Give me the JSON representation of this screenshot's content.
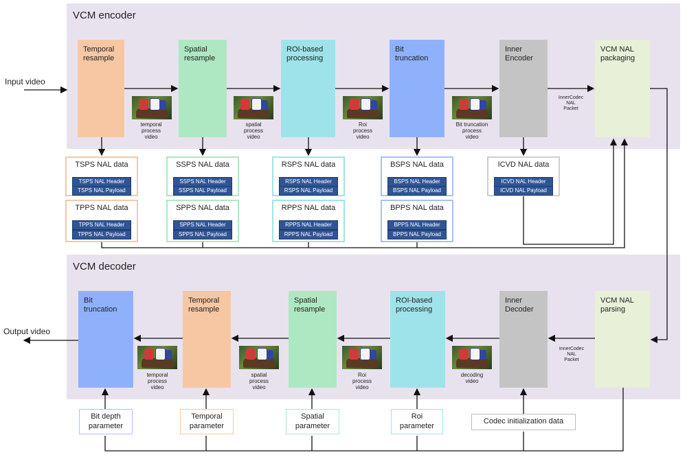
{
  "encoder": {
    "title": "VCM encoder",
    "input_label": "Input video",
    "blocks": [
      {
        "line1": "Temporal",
        "line2": "resample"
      },
      {
        "line1": "Spatial",
        "line2": "resample"
      },
      {
        "line1": "ROI-based",
        "line2": "processing"
      },
      {
        "line1": "Bit",
        "line2": "truncation"
      },
      {
        "line1": "Inner",
        "line2": "Encoder"
      },
      {
        "line1": "VCM NAL",
        "line2": "packaging"
      }
    ],
    "captions": [
      [
        "temporal",
        "process",
        "video"
      ],
      [
        "spatial",
        "process",
        "video"
      ],
      [
        "Roi",
        "process",
        "video"
      ],
      [
        "Bit truncation",
        "process",
        "video"
      ]
    ],
    "packet": [
      "InnerCodec",
      "NAL",
      "Packet"
    ]
  },
  "nal_data": [
    {
      "title": "TSPS NAL data",
      "header": "TSPS NAL Header",
      "payload": "TSPS NAL Payload"
    },
    {
      "title": "TPPS NAL data",
      "header": "TPPS NAL Header",
      "payload": "TPPS NAL Payload"
    },
    {
      "title": "SSPS NAL data",
      "header": "SSPS NAL Header",
      "payload": "SSPS NAL Payload"
    },
    {
      "title": "SPPS NAL data",
      "header": "SPPS NAL Header",
      "payload": "SPPS NAL Payload"
    },
    {
      "title": "RSPS NAL data",
      "header": "RSPS NAL Header",
      "payload": "RSPS NAL Payload"
    },
    {
      "title": "RPPS NAL data",
      "header": "RPPS NAL Header",
      "payload": "RPPS NAL Payload"
    },
    {
      "title": "BSPS NAL data",
      "header": "BSPS NAL Header",
      "payload": "BSPS NAL Payload"
    },
    {
      "title": "BPPS NAL data",
      "header": "BPPS NAL Header",
      "payload": "BPPS NAL Payload"
    },
    {
      "title": "ICVD NAL data",
      "header": "ICVD NAL Header",
      "payload": "ICVD NAL Payload"
    }
  ],
  "decoder": {
    "title": "VCM decoder",
    "output_label": "Output video",
    "blocks": [
      {
        "line1": "Bit",
        "line2": "truncation"
      },
      {
        "line1": "Temporal",
        "line2": "resample"
      },
      {
        "line1": "Spatial",
        "line2": "resample"
      },
      {
        "line1": "ROI-based",
        "line2": "processing"
      },
      {
        "line1": "Inner",
        "line2": "Decoder"
      },
      {
        "line1": "VCM NAL",
        "line2": "parsing"
      }
    ],
    "captions": [
      [
        "temporal",
        "process",
        "video"
      ],
      [
        "spatial",
        "process",
        "video"
      ],
      [
        "Roi",
        "process",
        "video"
      ],
      [
        "decoding",
        "video"
      ]
    ],
    "packet": [
      "InnerCodec",
      "NAL",
      "Packet"
    ],
    "params": [
      {
        "line1": "Bit depth",
        "line2": "parameter"
      },
      {
        "line1": "Temporal",
        "line2": "parameter"
      },
      {
        "line1": "Spatial",
        "line2": "parameter"
      },
      {
        "line1": "Roi",
        "line2": "parameter"
      },
      {
        "line1": "Codec initialization data",
        "line2": ""
      }
    ]
  },
  "colors": {
    "panel": "#e8e2ee",
    "temporal": "#f7c7a4",
    "spatial": "#aee8c2",
    "roi": "#9fe3ea",
    "bit": "#8fb1fb",
    "inner": "#c4c4c4",
    "nal": "#e8f0d8",
    "nal_row": "#2f5597"
  },
  "icons": {
    "video_frame": "horse-race-thumbnail-icon",
    "arrow": "arrow-right-icon"
  }
}
